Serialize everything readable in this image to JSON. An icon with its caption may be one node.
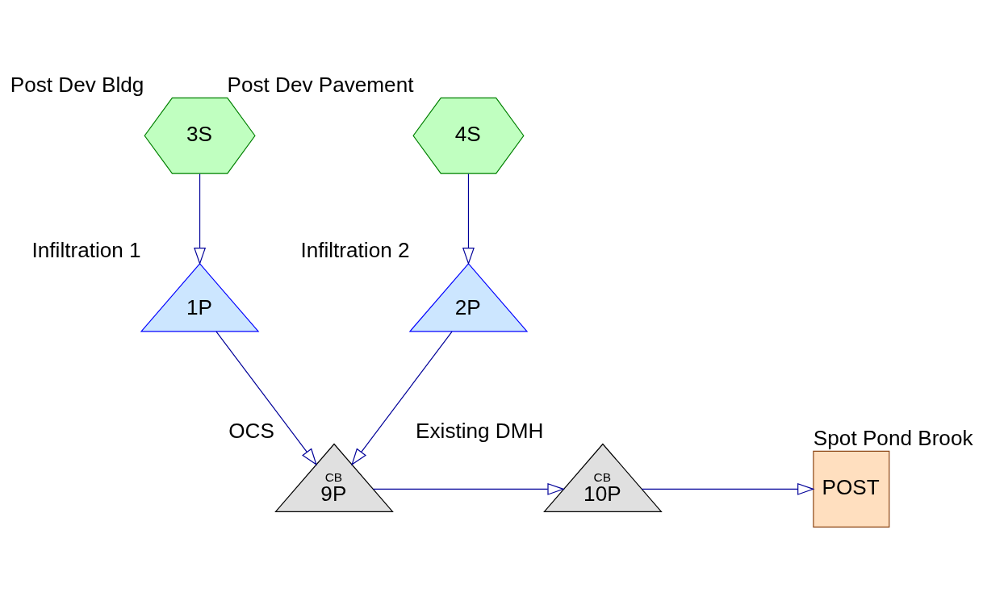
{
  "diagram": {
    "nodes": [
      {
        "text": [
          "3S"
        ],
        "beside": [
          "Post Dev Bldg"
        ]
      },
      {
        "text": [
          "4S"
        ],
        "beside": [
          "Post Dev Pavement"
        ]
      },
      {
        "text": [
          "1P"
        ],
        "beside": [
          "Infiltration 1"
        ]
      },
      {
        "text": [
          "2P"
        ],
        "beside": [
          "Infiltration 2"
        ]
      },
      {
        "text": [
          "CB",
          "9P"
        ],
        "beside": [
          "OCS"
        ]
      },
      {
        "text": [
          "CB",
          "10P"
        ],
        "beside": [
          "Existing DMH"
        ]
      },
      {
        "text": [
          "POST"
        ],
        "beside": [
          "Spot Pond Brook"
        ]
      }
    ],
    "edges": [
      {
        "from": 0,
        "to": 2,
        "arrow": "to"
      },
      {
        "from": 1,
        "to": 3,
        "arrow": "to"
      },
      {
        "from": 2,
        "to": 4,
        "arrow": "to"
      },
      {
        "from": 3,
        "to": 4,
        "arrow": "to"
      },
      {
        "from": 4,
        "to": 5,
        "arrow": "to"
      },
      {
        "from": 5,
        "to": 6,
        "arrow": "to"
      }
    ]
  }
}
